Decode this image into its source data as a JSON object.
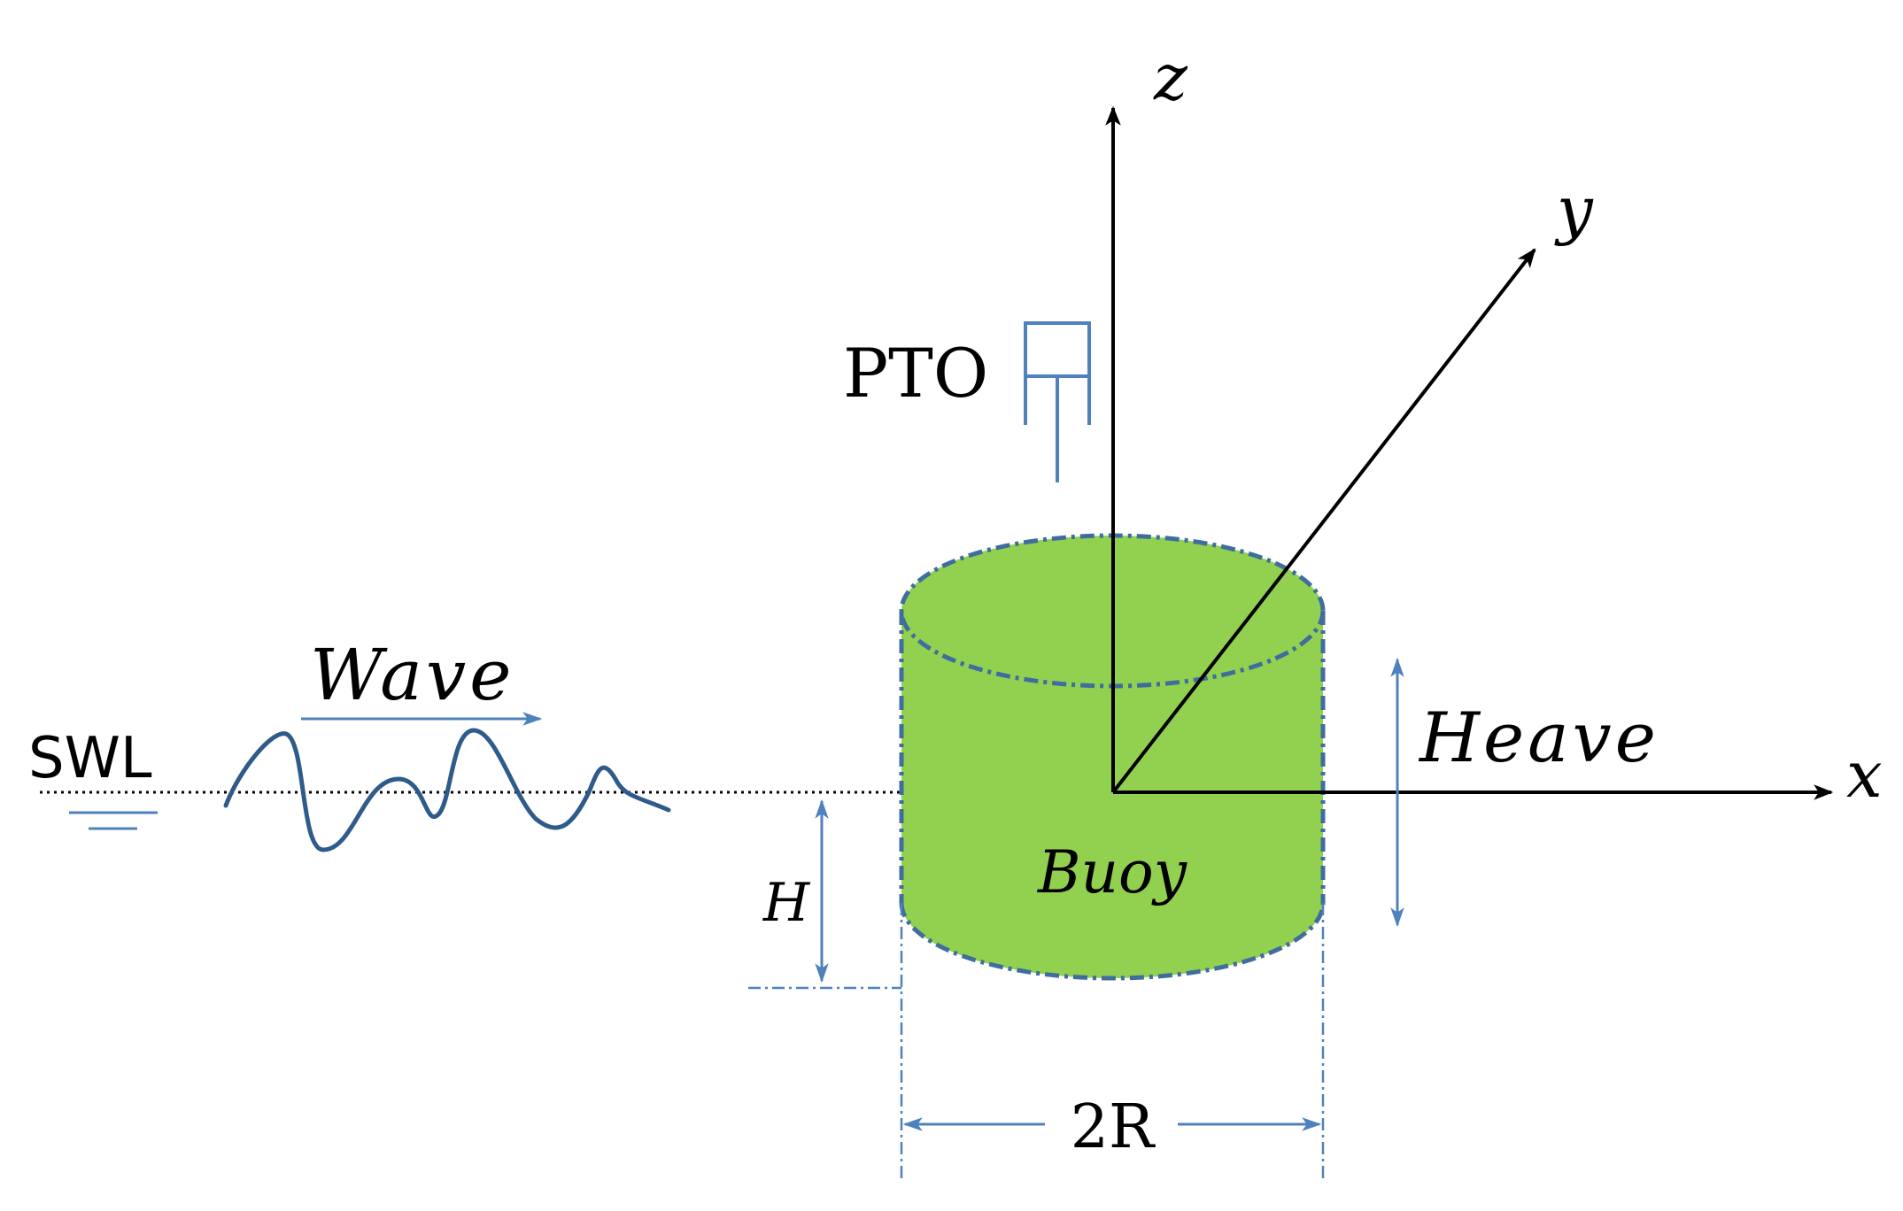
{
  "labels": {
    "z_axis": "z",
    "y_axis": "y",
    "x_axis": "x",
    "pto": "PTO",
    "wave": "Wave",
    "swl": "SWL",
    "heave": "Heave",
    "buoy": "Buoy",
    "draft": "H",
    "diameter": "2R"
  },
  "colors": {
    "buoy_fill": "#92d050",
    "buoy_outline": "#3f6d9e",
    "accent_blue": "#4f81bd",
    "wave_stroke": "#2f5b8a",
    "axis": "#000000"
  }
}
